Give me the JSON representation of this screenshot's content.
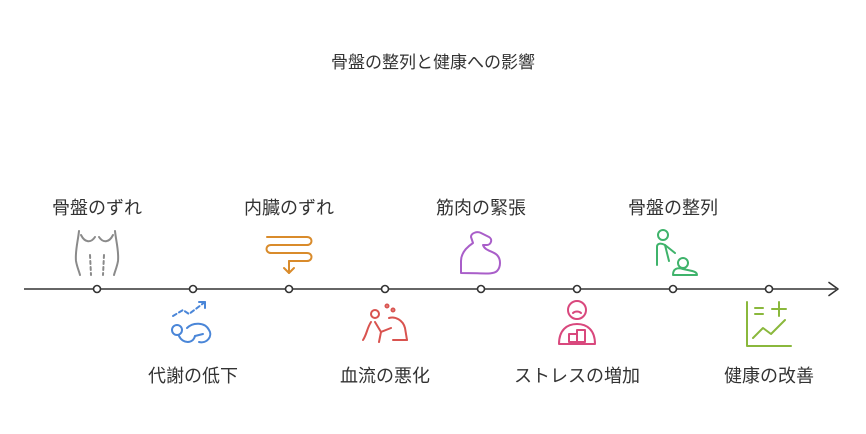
{
  "title": "骨盤の整列と健康への影響",
  "nodes": [
    {
      "label": "骨盤のずれ",
      "position": "top",
      "icon": "pelvis-misalignment-icon",
      "color": "#8a8a8a"
    },
    {
      "label": "代謝の低下",
      "position": "bottom",
      "icon": "metabolism-decline-icon",
      "color": "#4a86d8"
    },
    {
      "label": "内臓のずれ",
      "position": "top",
      "icon": "intestine-icon",
      "color": "#d98b2b"
    },
    {
      "label": "血流の悪化",
      "position": "bottom",
      "icon": "poor-circulation-icon",
      "color": "#d9534f"
    },
    {
      "label": "筋肉の緊張",
      "position": "top",
      "icon": "flexed-muscle-icon",
      "color": "#a95ec9"
    },
    {
      "label": "ストレスの増加",
      "position": "bottom",
      "icon": "stressed-person-icon",
      "color": "#d9487d"
    },
    {
      "label": "骨盤の整列",
      "position": "top",
      "icon": "chiropractic-icon",
      "color": "#3fb36b"
    },
    {
      "label": "健康の改善",
      "position": "bottom",
      "icon": "health-chart-icon",
      "color": "#8ab83c"
    }
  ],
  "line_color": "#333333"
}
